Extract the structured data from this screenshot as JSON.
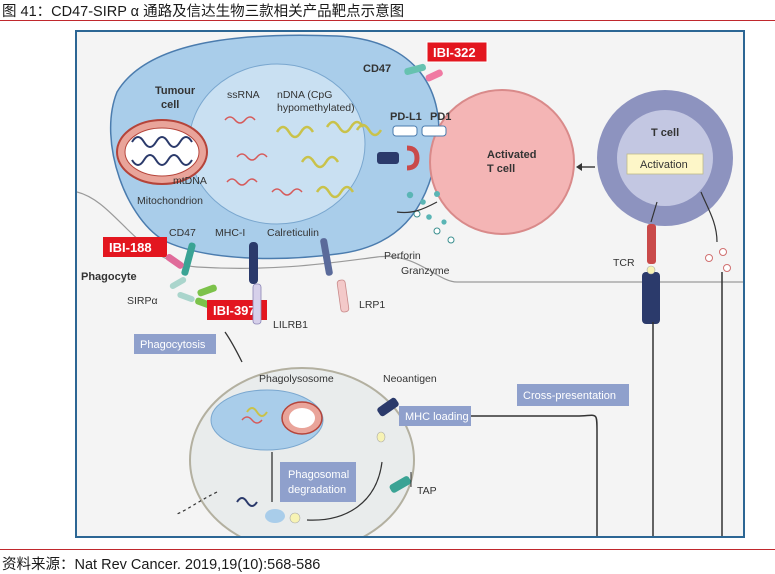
{
  "caption": "图 41：CD47-SIRP α 通路及信达生物三款相关产品靶点示意图",
  "source": "资料来源：Nat Rev Cancer. 2019,19(10):568-586",
  "diagram": {
    "tumour_cell": "Tumour cell",
    "tumour_cell_l1": "Tumour",
    "tumour_cell_l2": "cell",
    "ssrna": "ssRNA",
    "ndna": "nDNA (CpG hypomethylated)",
    "ndna_l1": "nDNA (CpG",
    "ndna_l2": "hypomethylated)",
    "mtdna": "mtDNA",
    "mitochondrion": "Mitochondrion",
    "cd47_top": "CD47",
    "ibi322": "IBI-322",
    "pdl1": "PD-L1",
    "pd1": "PD1",
    "activated_tcell": "Activated T cell",
    "activated_l1": "Activated",
    "activated_l2": "T cell",
    "tcell": "T cell",
    "activation": "Activation",
    "cd47_bottom": "CD47",
    "mhc1": "MHC-I",
    "calreticulin": "Calreticulin",
    "perforin": "Perforin",
    "granzyme": "Granzyme",
    "tcr": "TCR",
    "ibi188": "IBI-188",
    "phagocyte": "Phagocyte",
    "sirpa": "SIRPα",
    "ibi397": "IBI-397",
    "lilrb1": "LILRB1",
    "lrp1": "LRP1",
    "phagocytosis": "Phagocytosis",
    "phagolysosome": "Phagolysosome",
    "neoantigen": "Neoantigen",
    "mhc_loading": "MHC loading",
    "cross_presentation": "Cross-presentation",
    "phagosomal_degradation": "Phagosomal degradation",
    "phagosomal_l1": "Phagosomal",
    "phagosomal_l2": "degradation",
    "tap": "TAP"
  },
  "colors": {
    "frame": "#2c6694",
    "tumour": "#a9cdea",
    "nucleus": "#c9e0f2",
    "activated_tcell": "#f4b5b5",
    "tcell_outer": "#8d93bf",
    "tcell_inner": "#c3c7e2",
    "badge_red": "#e3161f",
    "label_box": "#8fa0cc"
  }
}
